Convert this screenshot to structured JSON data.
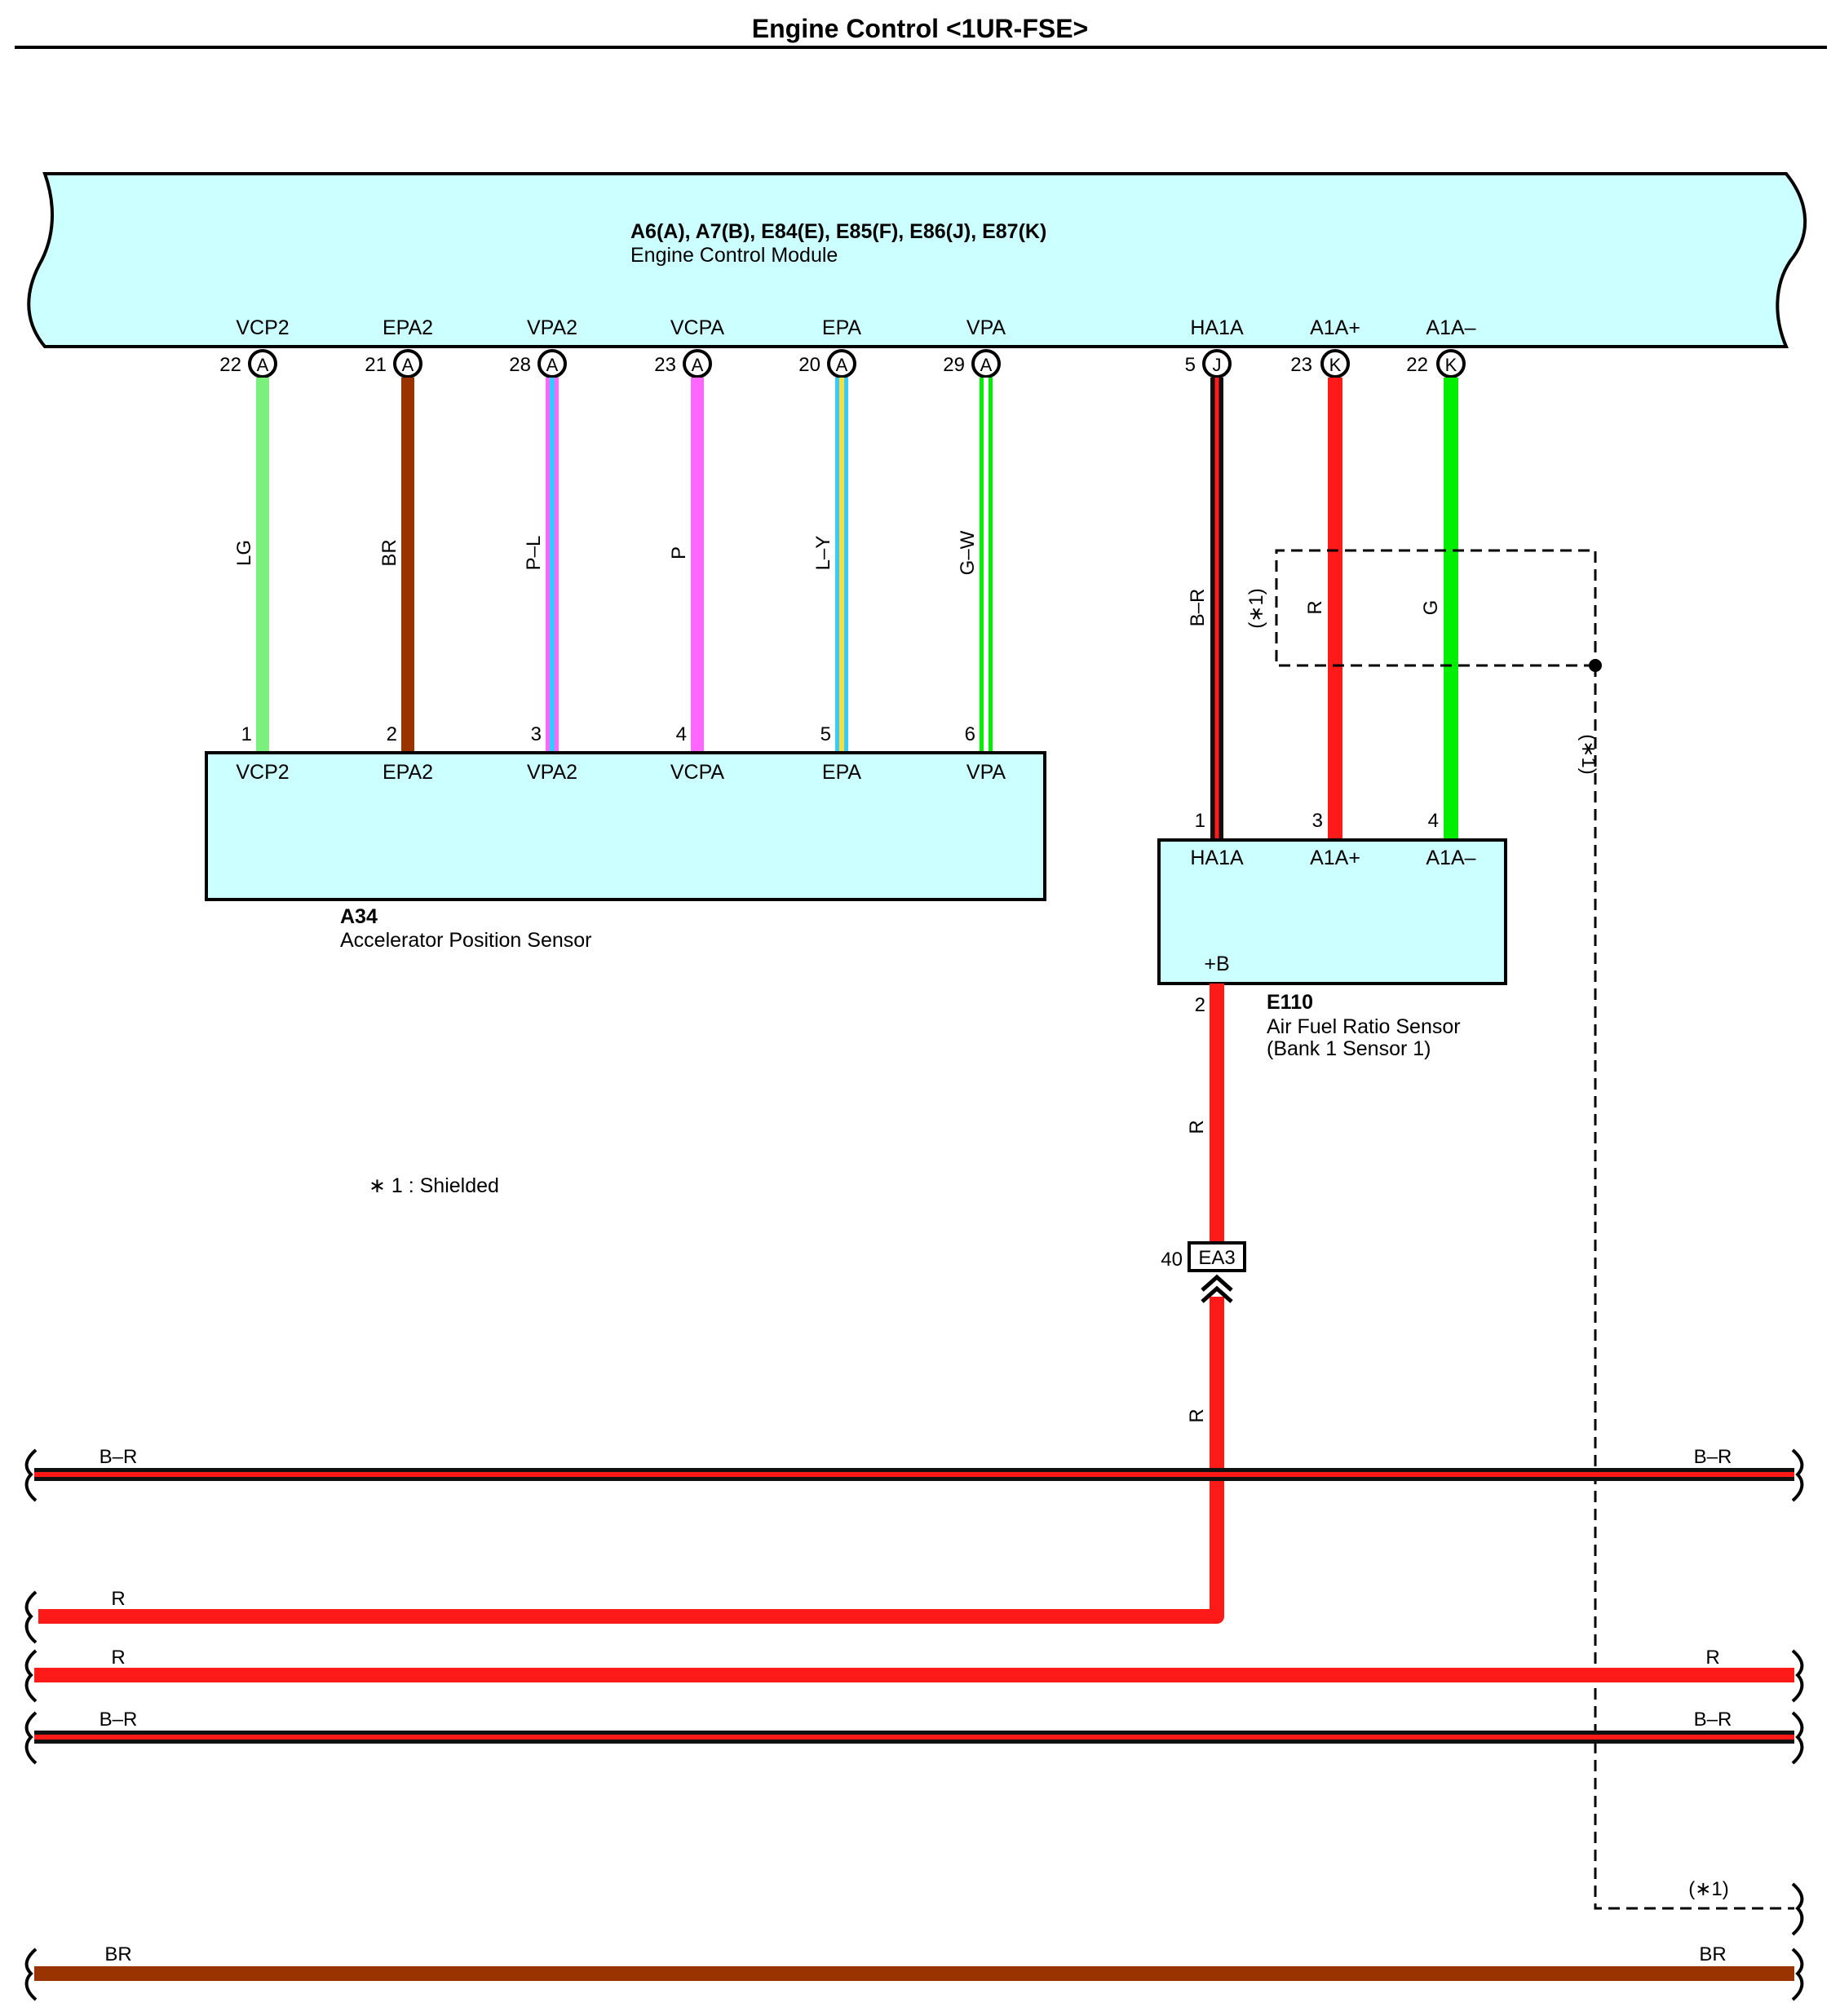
{
  "title": "Engine Control <1UR-FSE>",
  "colors": {
    "LG": "#7cf07c",
    "BR": "#993300",
    "P": "#ff66ff",
    "L": "#33ccff",
    "Y": "#ffdd33",
    "G": "#00ee00",
    "W": "#ffffff",
    "B": "#111111",
    "R": "#ff1a1a",
    "component_fill": "#ccffff"
  },
  "ecm": {
    "connectors": "A6(A), A7(B), E84(E), E85(F), E86(J), E87(K)",
    "name": "Engine Control Module"
  },
  "ecm_pins": [
    {
      "label": "VCP2",
      "pin": "22",
      "conn": "A",
      "wire": "LG"
    },
    {
      "label": "EPA2",
      "pin": "21",
      "conn": "A",
      "wire": "BR"
    },
    {
      "label": "VPA2",
      "pin": "28",
      "conn": "A",
      "wire": "P–L"
    },
    {
      "label": "VCPA",
      "pin": "23",
      "conn": "A",
      "wire": "P"
    },
    {
      "label": "EPA",
      "pin": "20",
      "conn": "A",
      "wire": "L–Y"
    },
    {
      "label": "VPA",
      "pin": "29",
      "conn": "A",
      "wire": "G–W"
    },
    {
      "label": "HA1A",
      "pin": "5",
      "conn": "J",
      "wire": "B–R"
    },
    {
      "label": "A1A+",
      "pin": "23",
      "conn": "K",
      "wire": "R"
    },
    {
      "label": "A1A–",
      "pin": "22",
      "conn": "K",
      "wire": "G"
    }
  ],
  "a34": {
    "code": "A34",
    "name": "Accelerator Position Sensor",
    "pins": [
      {
        "num": "1",
        "label": "VCP2"
      },
      {
        "num": "2",
        "label": "EPA2"
      },
      {
        "num": "3",
        "label": "VPA2"
      },
      {
        "num": "4",
        "label": "VCPA"
      },
      {
        "num": "5",
        "label": "EPA"
      },
      {
        "num": "6",
        "label": "VPA"
      }
    ]
  },
  "e110": {
    "code": "E110",
    "name_line1": "Air Fuel Ratio Sensor",
    "name_line2": "(Bank 1 Sensor 1)",
    "pins": [
      {
        "num": "1",
        "label": "HA1A"
      },
      {
        "num": "3",
        "label": "A1A+"
      },
      {
        "num": "4",
        "label": "A1A–"
      }
    ],
    "power_pin_num": "2",
    "power_label": "+B"
  },
  "shield_marks": [
    "(∗1)",
    "(∗1)",
    "(∗1)"
  ],
  "note": "∗ 1 : Shielded",
  "power_wire": {
    "color_upper": "R",
    "color_lower": "R"
  },
  "junction": {
    "pin": "40",
    "code": "EA3"
  },
  "bus_lines": [
    {
      "left": "B–R",
      "right": "B–R"
    },
    {
      "left": "R",
      "right": ""
    },
    {
      "left": "R",
      "right": "R"
    },
    {
      "left": "B–R",
      "right": "B–R"
    },
    {
      "left": "BR",
      "right": "BR"
    }
  ]
}
